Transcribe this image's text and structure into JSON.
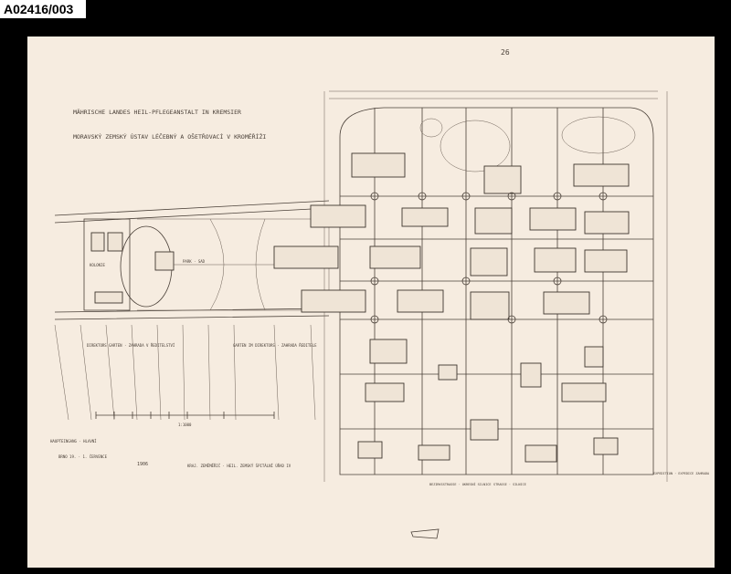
{
  "archive_id": "A02416/003",
  "title_de": "MÄHRISCHE LANDES HEIL-PFLEGEANSTALT IN KREMSIER",
  "title_cz": "MORAVSKÝ ZEMSKÝ ÚSTAV LÉČEBNÝ A OŠETŘOVACÍ V KROMĚŘÍŽI",
  "labels": {
    "scale": "1:1000",
    "kolonie": "KOLONIE",
    "park": "PARK · SAD",
    "garden_left": "DIREKTORS GARTEN · ZAHRADA V ŘEDITELSTVÍ",
    "garden_center": "GARTEN IM DIREKTORS · ZAHRADA ŘEDITELE",
    "note_left": "HAUPTEINGANG · HLAVNÍ",
    "note_left2": "BRNO 19. · 1. ČERVENCE",
    "year": "1906",
    "bottom_note": "KRAJ. ZEMĚMĚŘIČ · HEIL. ZEMSKÝ ŠPITÁLNÍ ÚŘAD IV",
    "corner_note": "EXPEDITION · EXPEDICE ZAHRADA",
    "road_label": "BEZIRKSSTRASSE · OKRESNÍ SILNICE",
    "street_label": "STRASSE · SILNICE",
    "top_number": "26"
  }
}
